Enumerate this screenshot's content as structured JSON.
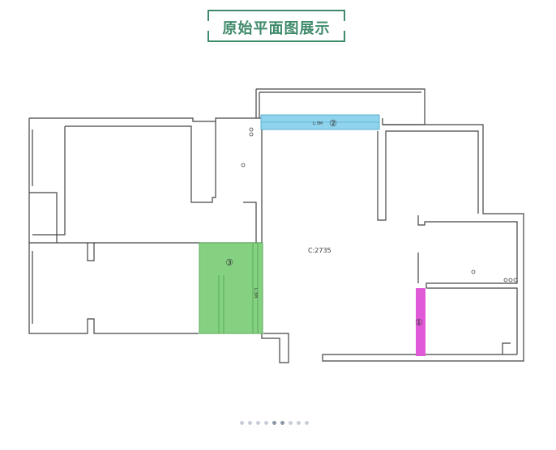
{
  "header": {
    "title": "原始平面图展示"
  },
  "plan": {
    "center_label": "C:2735",
    "markers": [
      "①",
      "②",
      "③"
    ],
    "dim_top": "L:3M",
    "dim_side": "L:3M",
    "colors": {
      "blue": "#8fd3ec",
      "green": "#84d182",
      "magenta": "#e05ad8",
      "wall": "#444444"
    }
  },
  "pager": {
    "total": 9,
    "active_indices": [
      4,
      5
    ]
  }
}
